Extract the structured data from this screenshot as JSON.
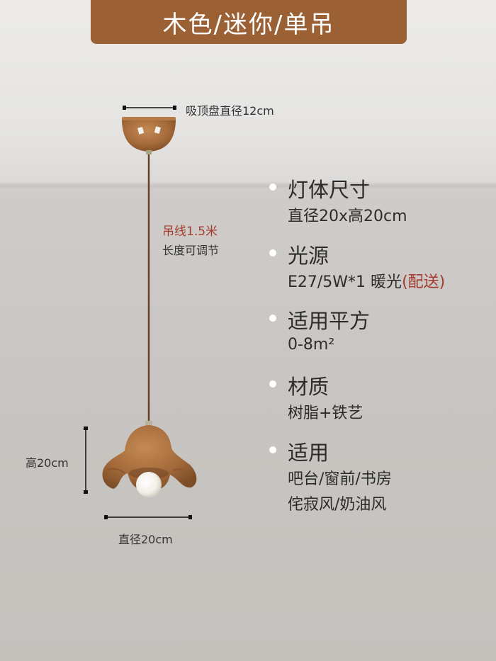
{
  "banner": {
    "title": "木色/迷你/单吊"
  },
  "dimensions": {
    "canopy_diameter": "吸顶盘直径12cm",
    "cord_length": "吊线1.5米",
    "cord_adjustable": "长度可调节",
    "height": "高20cm",
    "diameter": "直径20cm"
  },
  "specs": [
    {
      "title": "灯体尺寸",
      "lines": [
        "直径20x高20cm"
      ]
    },
    {
      "title": "光源",
      "lines": [
        "E27/5W*1 暖光"
      ],
      "extra": "(配送)"
    },
    {
      "title": "适用平方",
      "lines": [
        "0-8m²"
      ]
    },
    {
      "title": "材质",
      "lines": [
        "树脂+铁艺"
      ]
    },
    {
      "title": "适用",
      "lines": [
        "吧台/窗前/书房",
        "侘寂风/奶油风"
      ]
    }
  ],
  "colors": {
    "banner": "#9b6034",
    "accent_red": "#a33b2f",
    "wood": "#a8703f"
  }
}
